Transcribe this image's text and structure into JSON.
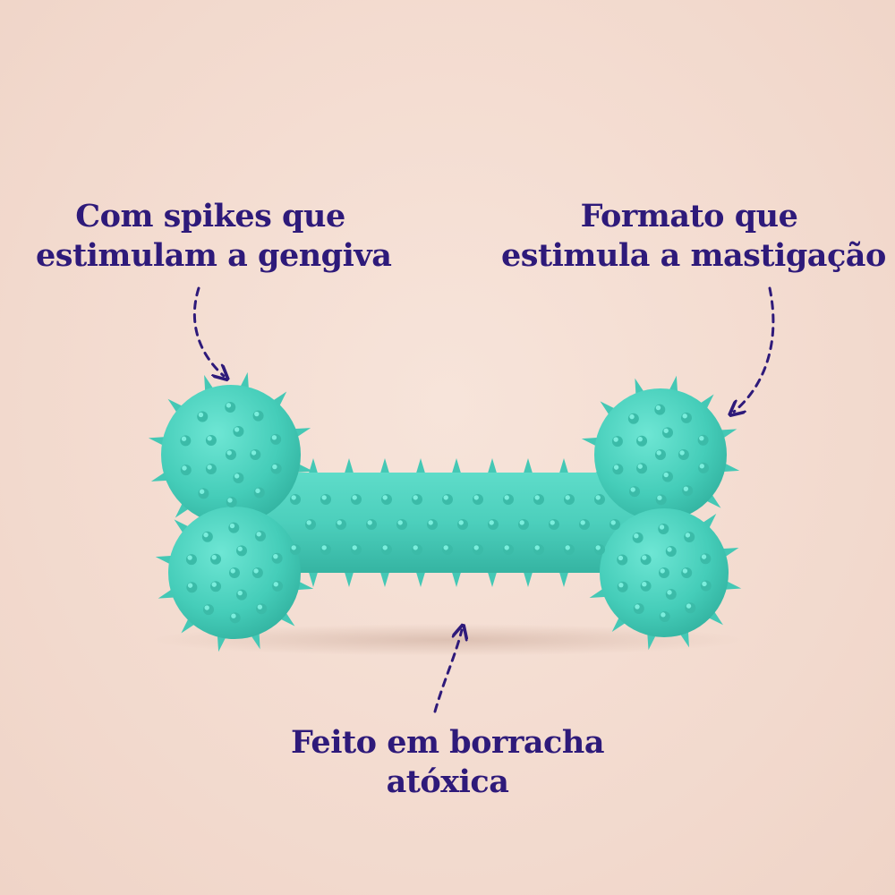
{
  "callouts": {
    "left": {
      "line1": "Com spikes que",
      "line2": "estimulam a gengiva"
    },
    "right": {
      "line1": "Formato que",
      "line2": "estimula a mastigação"
    },
    "bottom": {
      "line1": "Feito em borracha",
      "line2": "atóxica"
    }
  },
  "colors": {
    "background": "#f4ddd2",
    "text": "#2e1a7a",
    "toy": "#4fd3c1"
  },
  "icons": [
    "dashed-arrow-icon",
    "bone-toy-image"
  ]
}
